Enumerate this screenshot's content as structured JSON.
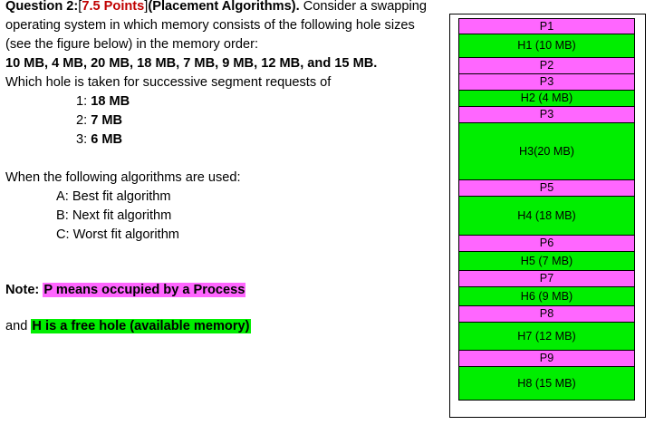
{
  "question": {
    "heading_prefix": "Question 2:",
    "points_open_bracket": "[",
    "points": "7.5 Points",
    "points_close_bracket": "]",
    "topic": "(Placement Algorithms).",
    "intro_rest": " Consider a swapping",
    "line2": "operating system in which memory consists of the following hole sizes",
    "line3": "(see the figure below) in the memory order:",
    "hole_sizes_line": "10 MB, 4 MB, 20 MB, 18 MB, 7 MB, 9 MB, 12 MB, and 15 MB.",
    "requests_prompt": "Which hole is taken for successive segment requests of",
    "requests": [
      {
        "index": "1:",
        "size": "18 MB"
      },
      {
        "index": "2:",
        "size": "7 MB"
      },
      {
        "index": "3:",
        "size": "6 MB"
      }
    ],
    "algorithms_prompt": "When the following algorithms are used:",
    "algorithms": [
      "A: Best fit algorithm",
      "B: Next fit algorithm",
      "C: Worst fit algorithm"
    ],
    "note": {
      "label": "Note:",
      "process_legend": "P means occupied by a Process",
      "and_word": "and",
      "hole_legend": "H is a free hole (available memory)"
    }
  },
  "figure": {
    "colors": {
      "process": "#ff66ff",
      "hole": "#00ee00",
      "border": "#000000"
    },
    "blocks": [
      {
        "label": "P1",
        "kind": "process",
        "height": 18
      },
      {
        "label": "H1 (10 MB)",
        "kind": "hole",
        "height": 27
      },
      {
        "label": "P2",
        "kind": "process",
        "height": 19
      },
      {
        "label": "P3",
        "kind": "process",
        "height": 19
      },
      {
        "label": "H2 (4 MB)",
        "kind": "hole",
        "height": 19
      },
      {
        "label": "P3",
        "kind": "process",
        "height": 19
      },
      {
        "label": "H3(20 MB)",
        "kind": "hole",
        "height": 64
      },
      {
        "label": "P5",
        "kind": "process",
        "height": 19
      },
      {
        "label": "H4 (18 MB)",
        "kind": "hole",
        "height": 44
      },
      {
        "label": "P6",
        "kind": "process",
        "height": 19
      },
      {
        "label": "H5 (7 MB)",
        "kind": "hole",
        "height": 22
      },
      {
        "label": "P7",
        "kind": "process",
        "height": 19
      },
      {
        "label": "H6 (9 MB)",
        "kind": "hole",
        "height": 22
      },
      {
        "label": "P8",
        "kind": "process",
        "height": 19
      },
      {
        "label": "H7 (12 MB)",
        "kind": "hole",
        "height": 32
      },
      {
        "label": "P9",
        "kind": "process",
        "height": 19
      },
      {
        "label": "H8 (15 MB)",
        "kind": "hole",
        "height": 38
      }
    ]
  }
}
